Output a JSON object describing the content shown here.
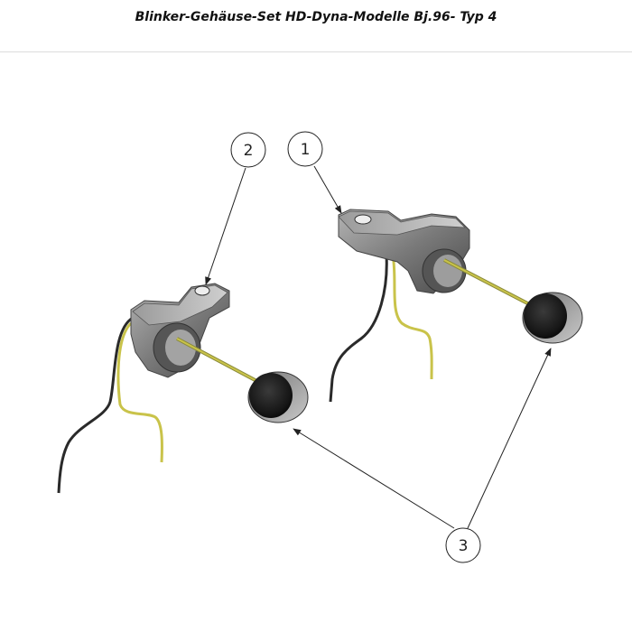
{
  "title": "Blinker-Gehäuse-Set HD-Dyna-Modelle Bj.96- Typ 4",
  "callouts": [
    {
      "label": "2"
    },
    {
      "label": "1"
    },
    {
      "label": "3"
    }
  ],
  "colors": {
    "wire_yellow": "#c9c34a",
    "wire_black": "#2a2a2a",
    "housing_grey": "#6f6f6f",
    "lens_dark": "#1e1e1e"
  }
}
